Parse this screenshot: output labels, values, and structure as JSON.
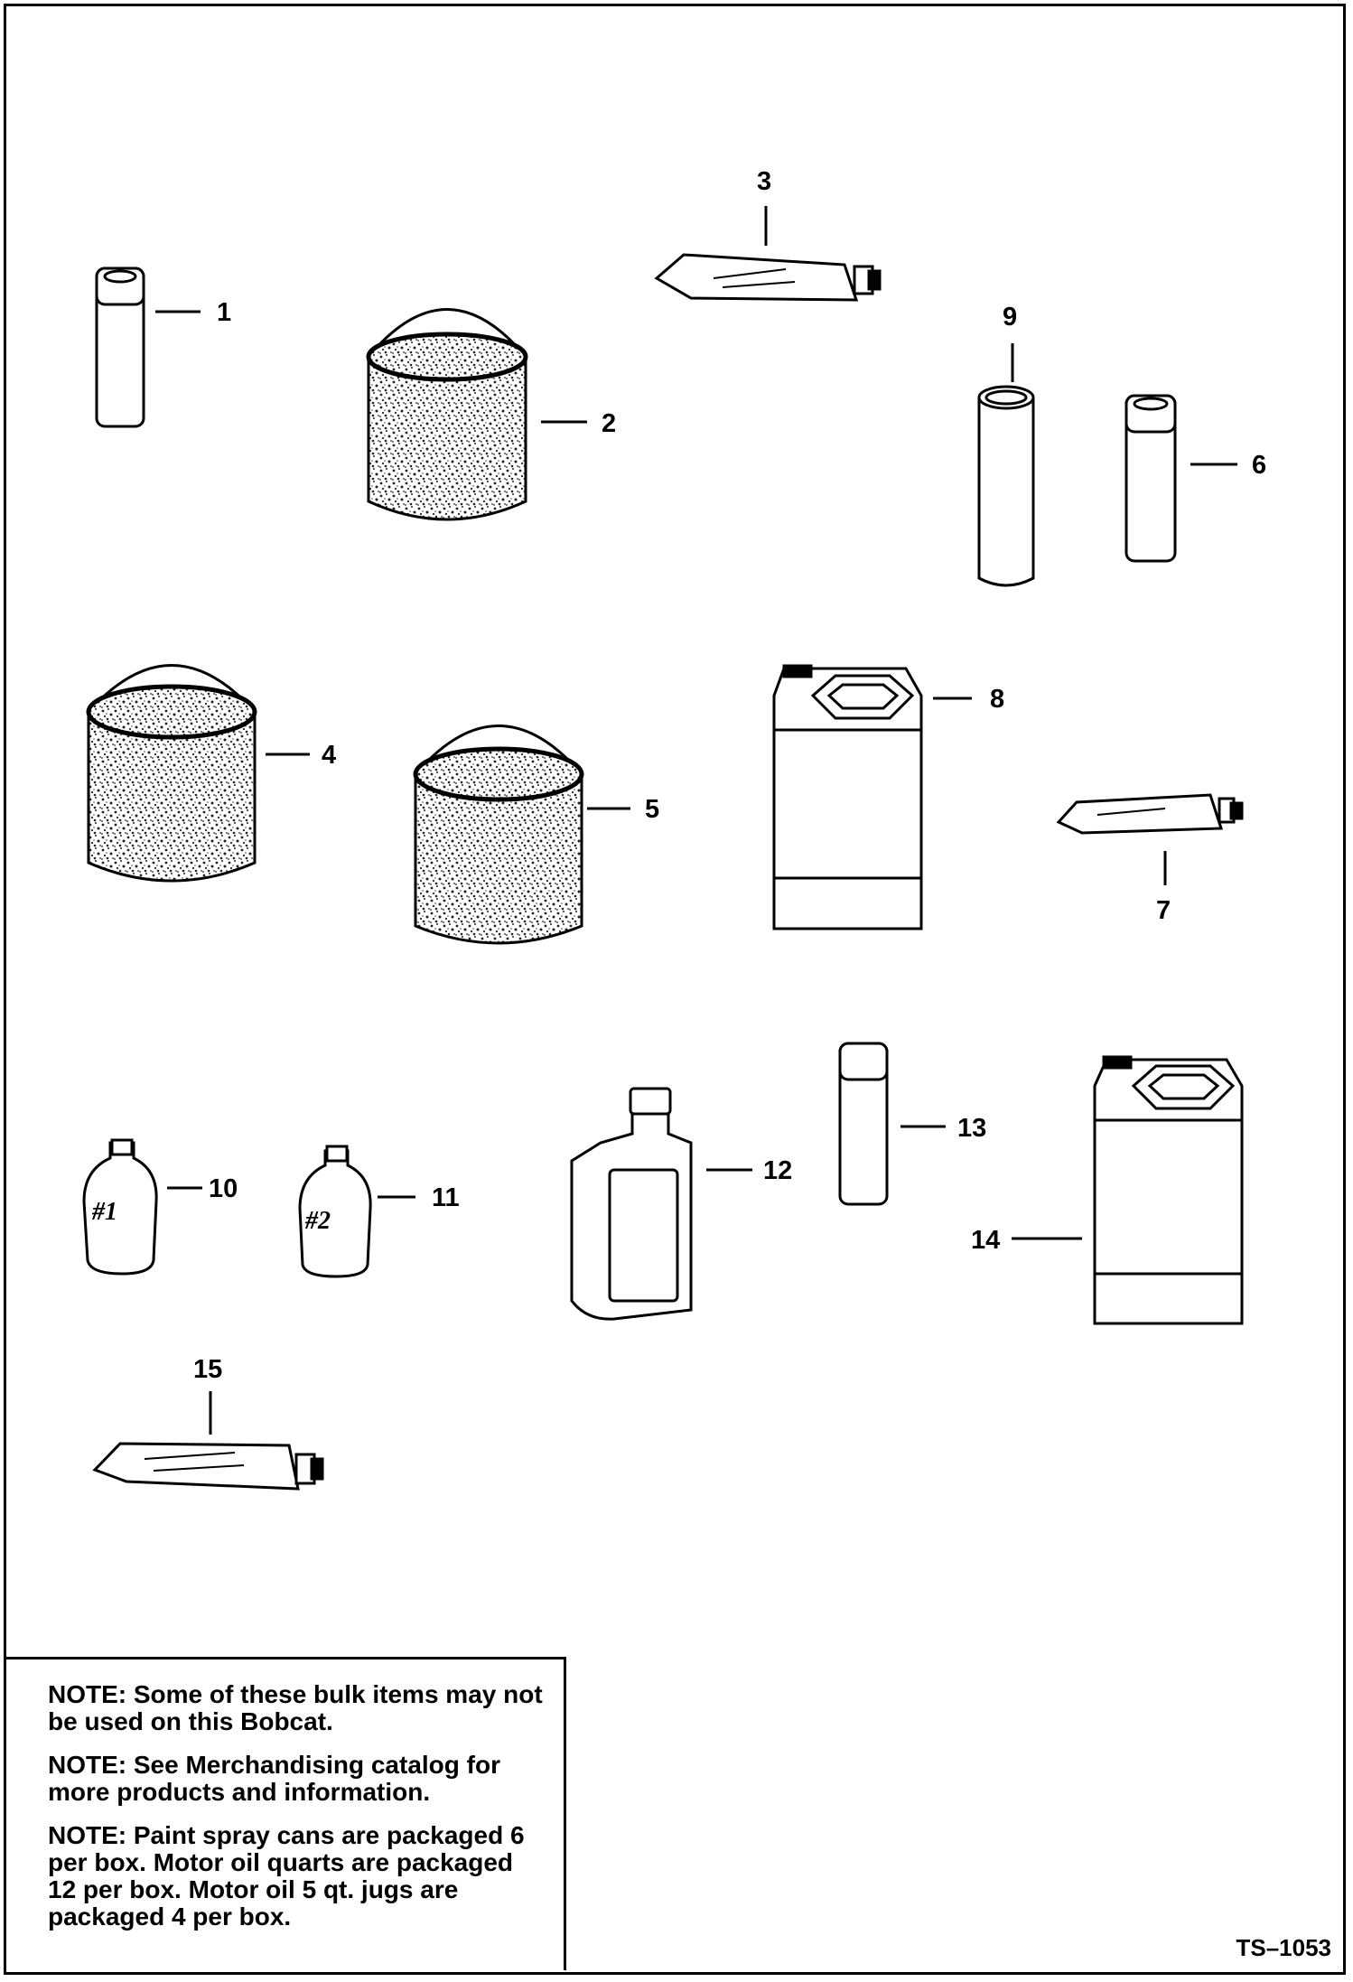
{
  "callouts": {
    "c1": "1",
    "c2": "2",
    "c3": "3",
    "c4": "4",
    "c5": "5",
    "c6": "6",
    "c7": "7",
    "c8": "8",
    "c9": "9",
    "c10": "10",
    "c11": "11",
    "c12": "12",
    "c13": "13",
    "c14": "14",
    "c15": "15"
  },
  "bottle_marks": {
    "b10": "#1",
    "b11": "#2"
  },
  "notes": [
    "NOTE: Some of these bulk items may not be used on this Bobcat.",
    "NOTE: See Merchandising catalog for more products and information.",
    "NOTE: Paint spray cans are packaged 6 per box.  Motor oil quarts are packaged 12 per box.  Motor oil 5 qt. jugs are packaged 4 per box."
  ],
  "figure_ref": "TS–1053",
  "icons": [
    "spray-can-icon",
    "paint-can-icon",
    "tube-icon",
    "grease-cartridge-icon",
    "jug-icon",
    "oil-quart-icon",
    "bottle-icon"
  ]
}
